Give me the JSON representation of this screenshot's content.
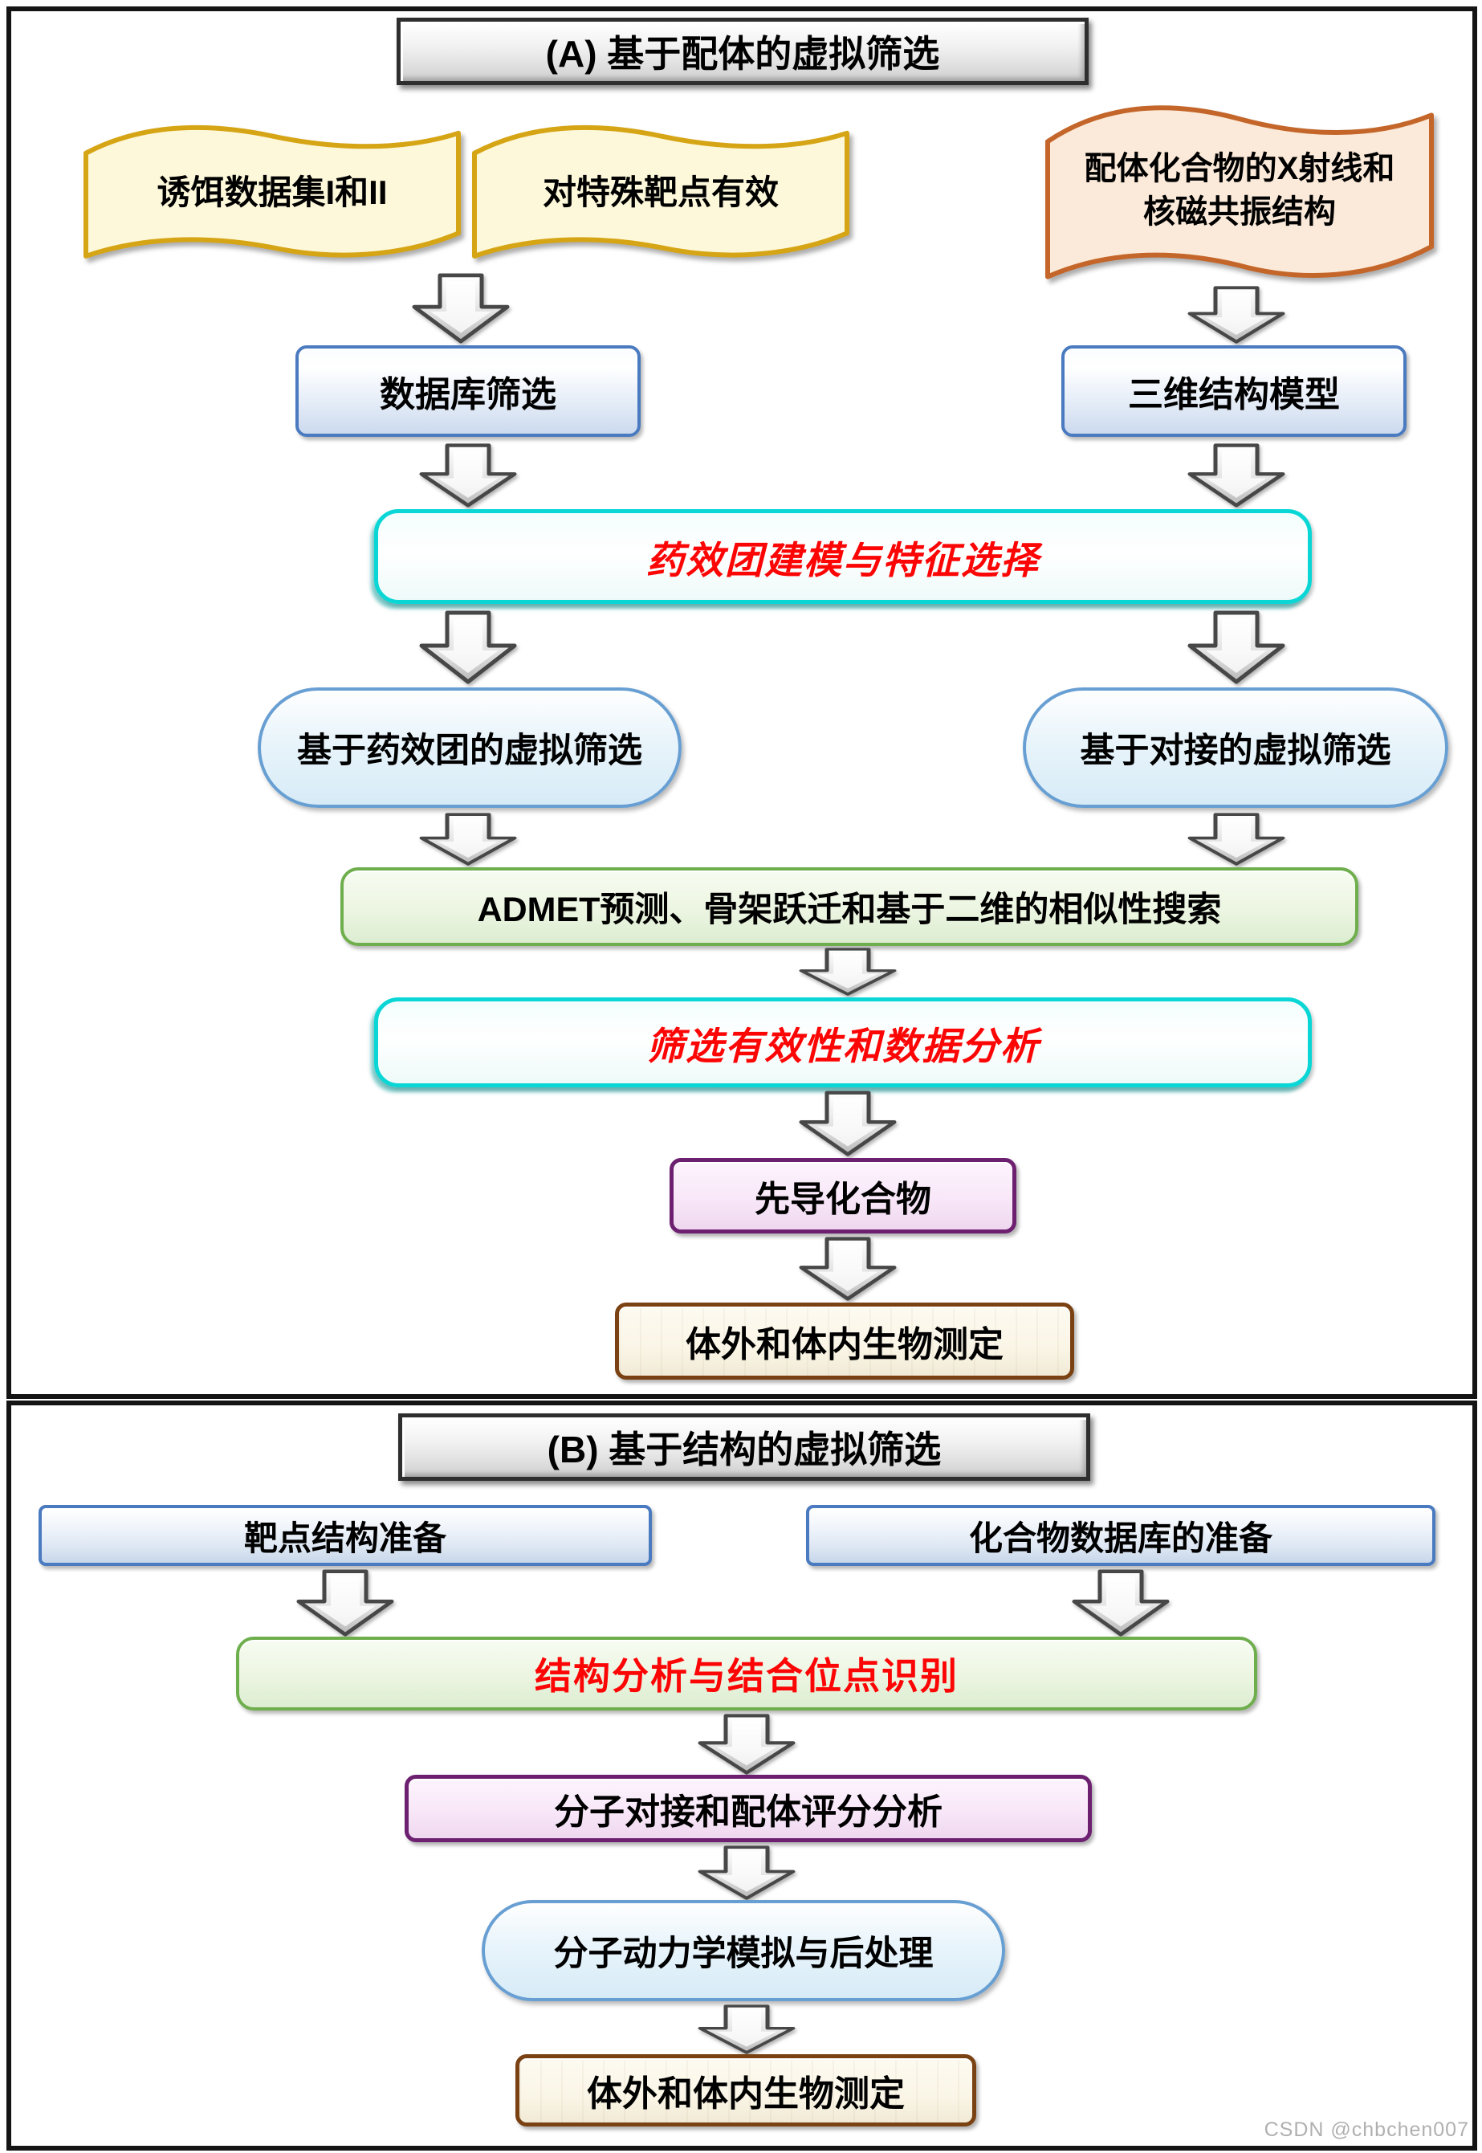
{
  "watermark": "CSDN @chbchen007",
  "colors": {
    "red_text": "#fb0505",
    "cyan_border": "#0ad6d6",
    "green_border": "#6fae4d",
    "blue_border": "#4a7abf",
    "purple_border": "#6d2070",
    "brown_border": "#7a4112",
    "yellow_flag_border": "#d6a515",
    "orange_flag_border": "#c4662a"
  },
  "section_a": {
    "title": "(A) 基于配体的虚拟筛选",
    "nodes": {
      "flag_decoy": "诱饵数据集I和II",
      "flag_target": "对特殊靶点有效",
      "flag_xray_line1": "配体化合物的X射线和",
      "flag_xray_line2": "核磁共振结构",
      "database_screening": "数据库筛选",
      "model_3d": "三维结构模型",
      "pharmacophore_modeling": "药效团建模与特征选择",
      "pharmacophore_vs": "基于药效团的虚拟筛选",
      "docking_vs": "基于对接的虚拟筛选",
      "admet": "ADMET预测、骨架跃迁和基于二维的相似性搜索",
      "screening_validity": "筛选有效性和数据分析",
      "lead_compound": "先导化合物",
      "bioassay": "体外和体内生物测定"
    }
  },
  "section_b": {
    "title": "(B) 基于结构的虚拟筛选",
    "nodes": {
      "target_prep": "靶点结构准备",
      "compound_db_prep": "化合物数据库的准备",
      "structure_analysis": "结构分析与结合位点识别",
      "docking_scoring": "分子对接和配体评分分析",
      "md_simulation": "分子动力学模拟与后处理",
      "bioassay": "体外和体内生物测定"
    }
  }
}
